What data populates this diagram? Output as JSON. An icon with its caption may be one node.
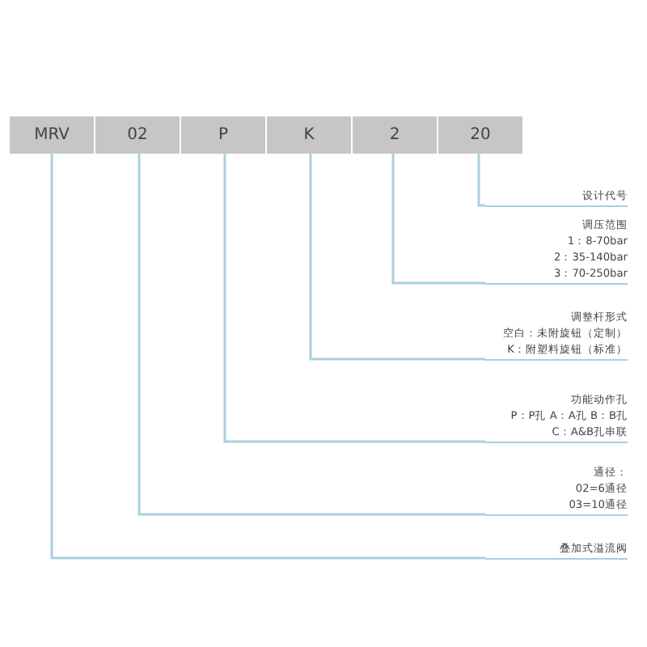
{
  "diagram": {
    "nodes": [
      {
        "text": [
          "MRV"
        ]
      },
      {
        "text": [
          "02"
        ]
      },
      {
        "text": [
          "P"
        ]
      },
      {
        "text": [
          "K"
        ]
      },
      {
        "text": [
          "2"
        ]
      },
      {
        "text": [
          "20"
        ]
      },
      {
        "text": [
          "设计代号"
        ]
      },
      {
        "text": [
          "调压范围",
          "1：8-70bar",
          "2：35-140bar",
          "3：70-250bar"
        ]
      },
      {
        "text": [
          "调整杆形式",
          "空白：未附旋钮（定制）",
          "K：附塑料旋钮（标准）"
        ]
      },
      {
        "text": [
          "功能动作孔",
          "P：P孔  A：A孔  B：B孔",
          "C：A&B孔串联"
        ]
      },
      {
        "text": [
          "通径：",
          "02=6通径",
          "03=10通径"
        ]
      },
      {
        "text": [
          "叠加式溢流阀"
        ]
      }
    ],
    "edges": [
      {
        "from": 5,
        "to": 6,
        "arrow": "none"
      },
      {
        "from": 4,
        "to": 7,
        "arrow": "none"
      },
      {
        "from": 3,
        "to": 8,
        "arrow": "none"
      },
      {
        "from": 2,
        "to": 9,
        "arrow": "none"
      },
      {
        "from": 1,
        "to": 10,
        "arrow": "none"
      },
      {
        "from": 0,
        "to": 11,
        "arrow": "none"
      }
    ]
  }
}
